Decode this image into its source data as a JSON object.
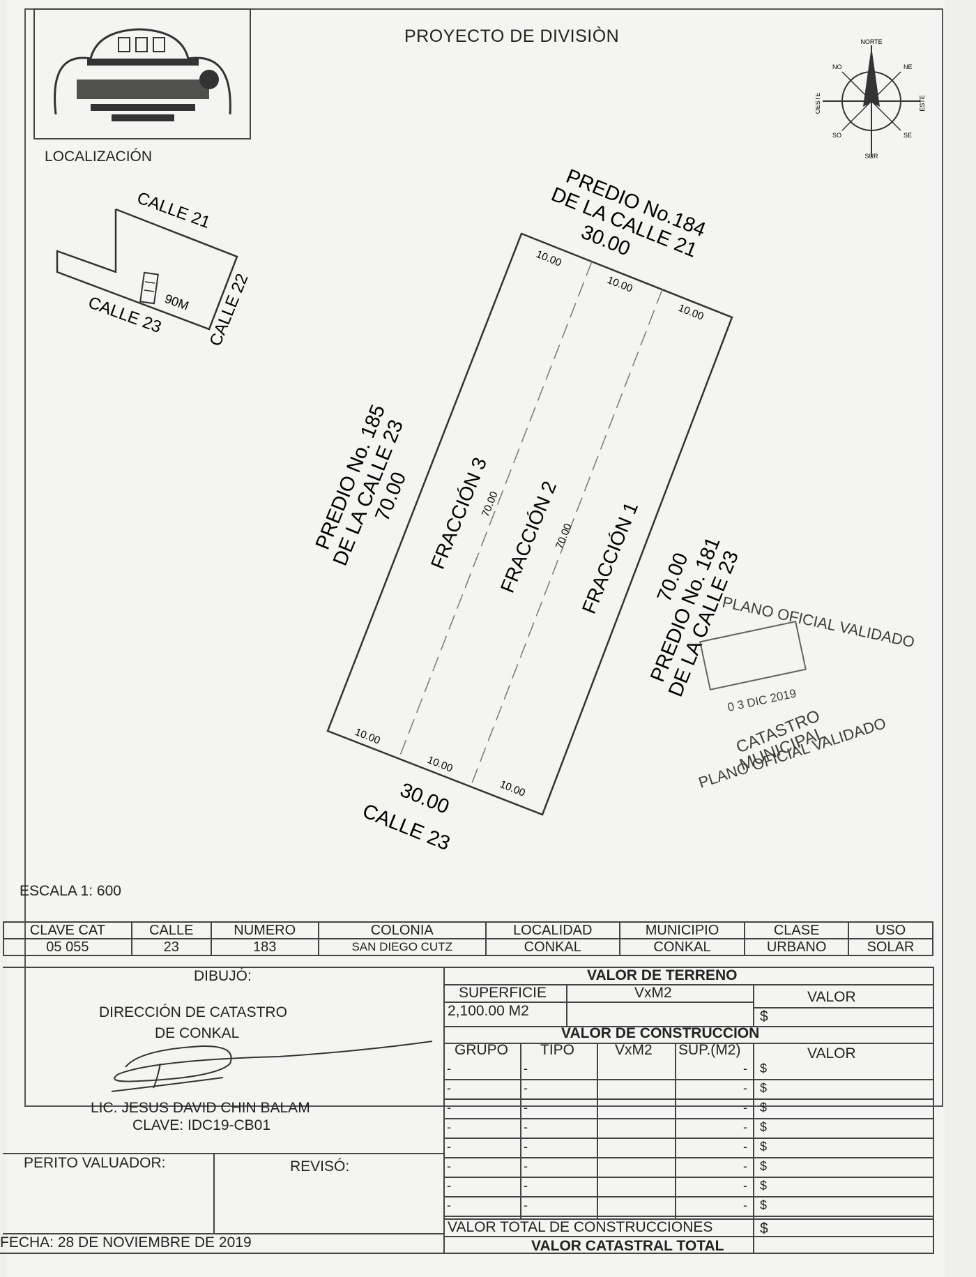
{
  "header": {
    "title": "PROYECTO DE DIVISIÒN",
    "localization_label": "LOCALIZACIÓN",
    "compass": {
      "north": "NORTE",
      "south": "SUR",
      "east": "ESTE",
      "west": "OESTE",
      "ne": "NE",
      "nw": "NO",
      "se": "SE",
      "sw": "SO"
    }
  },
  "location_map": {
    "street_top": "CALLE 21",
    "street_right": "CALLE 22",
    "street_bottom": "CALLE 23",
    "distance": "90M"
  },
  "plot": {
    "neighbor_top_line1": "PREDIO No.184",
    "neighbor_top_line2": "DE LA CALLE 21",
    "neighbor_left_line1": "PREDIO No. 185",
    "neighbor_left_line2": "DE LA CALLE 23",
    "neighbor_right_line1": "PREDIO No. 181",
    "neighbor_right_line2": "DE LA CALLE 23",
    "top_length": "30.00",
    "bottom_length": "30.00",
    "left_length": "70.00",
    "right_length": "70.00",
    "bottom_street": "CALLE 23",
    "segment": "10.00",
    "fractions": [
      {
        "label": "FRACCIÓN  3",
        "length": "70.00"
      },
      {
        "label": "FRACCIÓN  2",
        "length": "70.00"
      },
      {
        "label": "FRACCIÓN  1"
      }
    ]
  },
  "stamp": {
    "top_text": "PLANO OFICIAL VALIDADO",
    "date": "0 3 DIC 2019",
    "line1": "CATASTRO",
    "line2": "MUNICIPAL",
    "bottom_text": "PLANO OFICIAL VALIDADO"
  },
  "scale": "ESCALA 1: 600",
  "property": {
    "headers": [
      "CLAVE CAT",
      "CALLE",
      "NUMERO",
      "COLONIA",
      "LOCALIDAD",
      "MUNICIPIO",
      "CLASE",
      "USO"
    ],
    "values": [
      "05 055",
      "23",
      "183",
      "SAN DIEGO CUTZ",
      "CONKAL",
      "CONKAL",
      "URBANO",
      "SOLAR"
    ]
  },
  "drawn_by": {
    "label": "DIBUJÓ:",
    "org_line1": "DIRECCIÓN DE CATASTRO",
    "org_line2": "DE CONKAL",
    "name": "LIC. JESUS DAVID CHIN BALAM",
    "key": "CLAVE: IDC19-CB01"
  },
  "perito_label": "PERITO VALUADOR:",
  "reviso_label": "REVISÓ:",
  "fecha": "FECHA:  28 DE NOVIEMBRE  DE  2019",
  "land_value": {
    "title": "VALOR DE TERRENO",
    "headers": [
      "SUPERFICIE",
      "VxM2",
      "VALOR"
    ],
    "superficie": "2,100.00 M2",
    "currency": "$"
  },
  "construction_value": {
    "title": "VALOR DE  CONSTRUCCION",
    "headers": [
      "GRUPO",
      "TIPO",
      "VxM2",
      "SUP.(M2)",
      "VALOR"
    ],
    "row_dash": "-",
    "row_currency": "$",
    "total_construction_label": "VALOR TOTAL DE CONSTRUCCIONES",
    "total_currency": "$",
    "cadastral_total_label": "VALOR CATASTRAL TOTAL"
  }
}
